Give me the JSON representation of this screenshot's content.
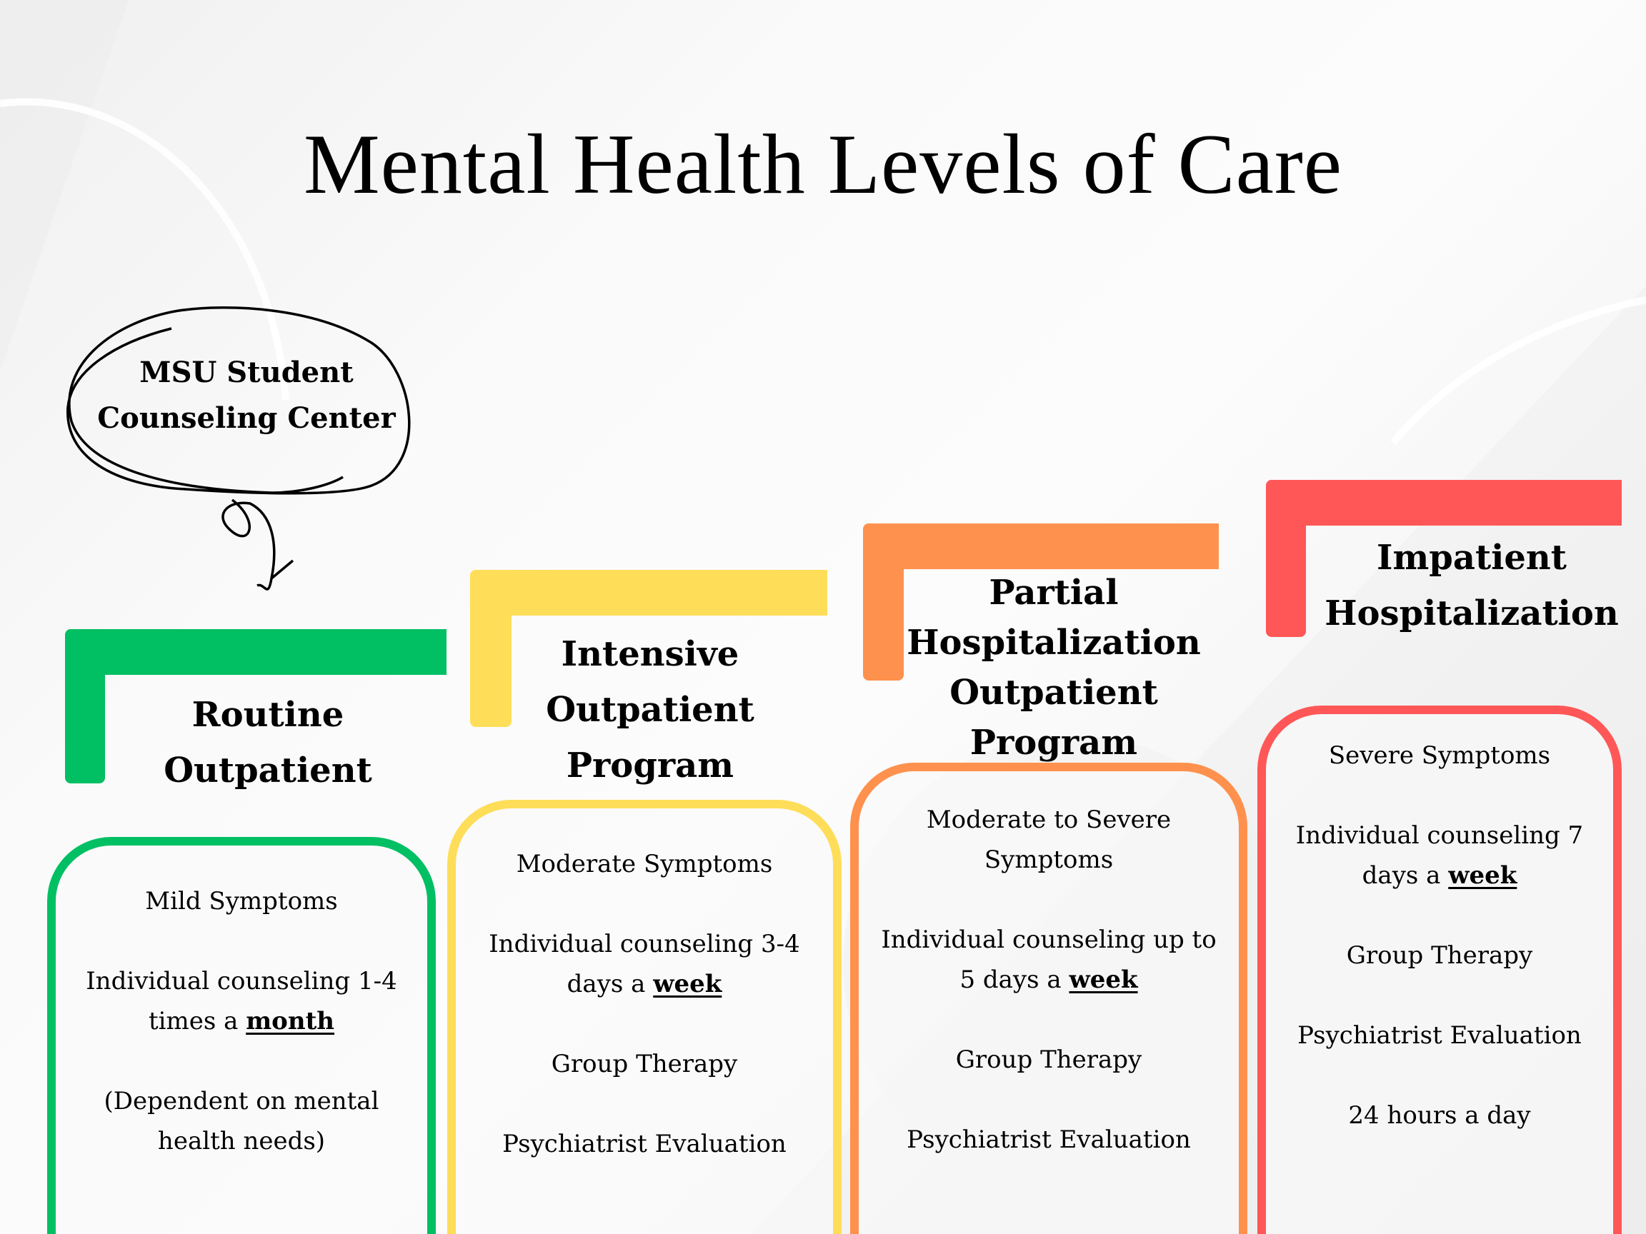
{
  "title": "Mental Health Levels of Care",
  "callout": {
    "line1": "MSU Student",
    "line2": "Counseling Center",
    "icon": "hand-drawn-loop-arrow-down"
  },
  "colors": {
    "green": "#01BF63",
    "yellow": "#FEDD59",
    "orange": "#FE914D",
    "red": "#FF5757"
  },
  "levels": [
    {
      "title_lines": [
        "Routine",
        "Outpatient"
      ],
      "items": [
        {
          "text": "Mild Symptoms"
        },
        {
          "pre": "Individual counseling 1-4 times a ",
          "emph": "month"
        },
        {
          "text": "(Dependent on mental health needs)"
        }
      ]
    },
    {
      "title_lines": [
        "Intensive",
        "Outpatient",
        "Program"
      ],
      "items": [
        {
          "text": "Moderate Symptoms"
        },
        {
          "pre": "Individual counseling 3-4 days a ",
          "emph": "week"
        },
        {
          "text": "Group Therapy"
        },
        {
          "text": "Psychiatrist Evaluation"
        }
      ]
    },
    {
      "title_lines": [
        "Partial",
        "Hospitalization",
        "Outpatient",
        "Program"
      ],
      "items": [
        {
          "text": "Moderate to Severe Symptoms"
        },
        {
          "pre": "Individual counseling up to 5 days a ",
          "emph": "week"
        },
        {
          "text": "Group Therapy"
        },
        {
          "text": "Psychiatrist Evaluation"
        }
      ]
    },
    {
      "title_lines": [
        "Impatient",
        "Hospitalization"
      ],
      "items": [
        {
          "text": "Severe Symptoms"
        },
        {
          "pre": "Individual counseling 7 days a ",
          "emph": "week"
        },
        {
          "text": "Group Therapy"
        },
        {
          "text": "Psychiatrist Evaluation"
        },
        {
          "text": "24 hours a day"
        }
      ]
    }
  ]
}
